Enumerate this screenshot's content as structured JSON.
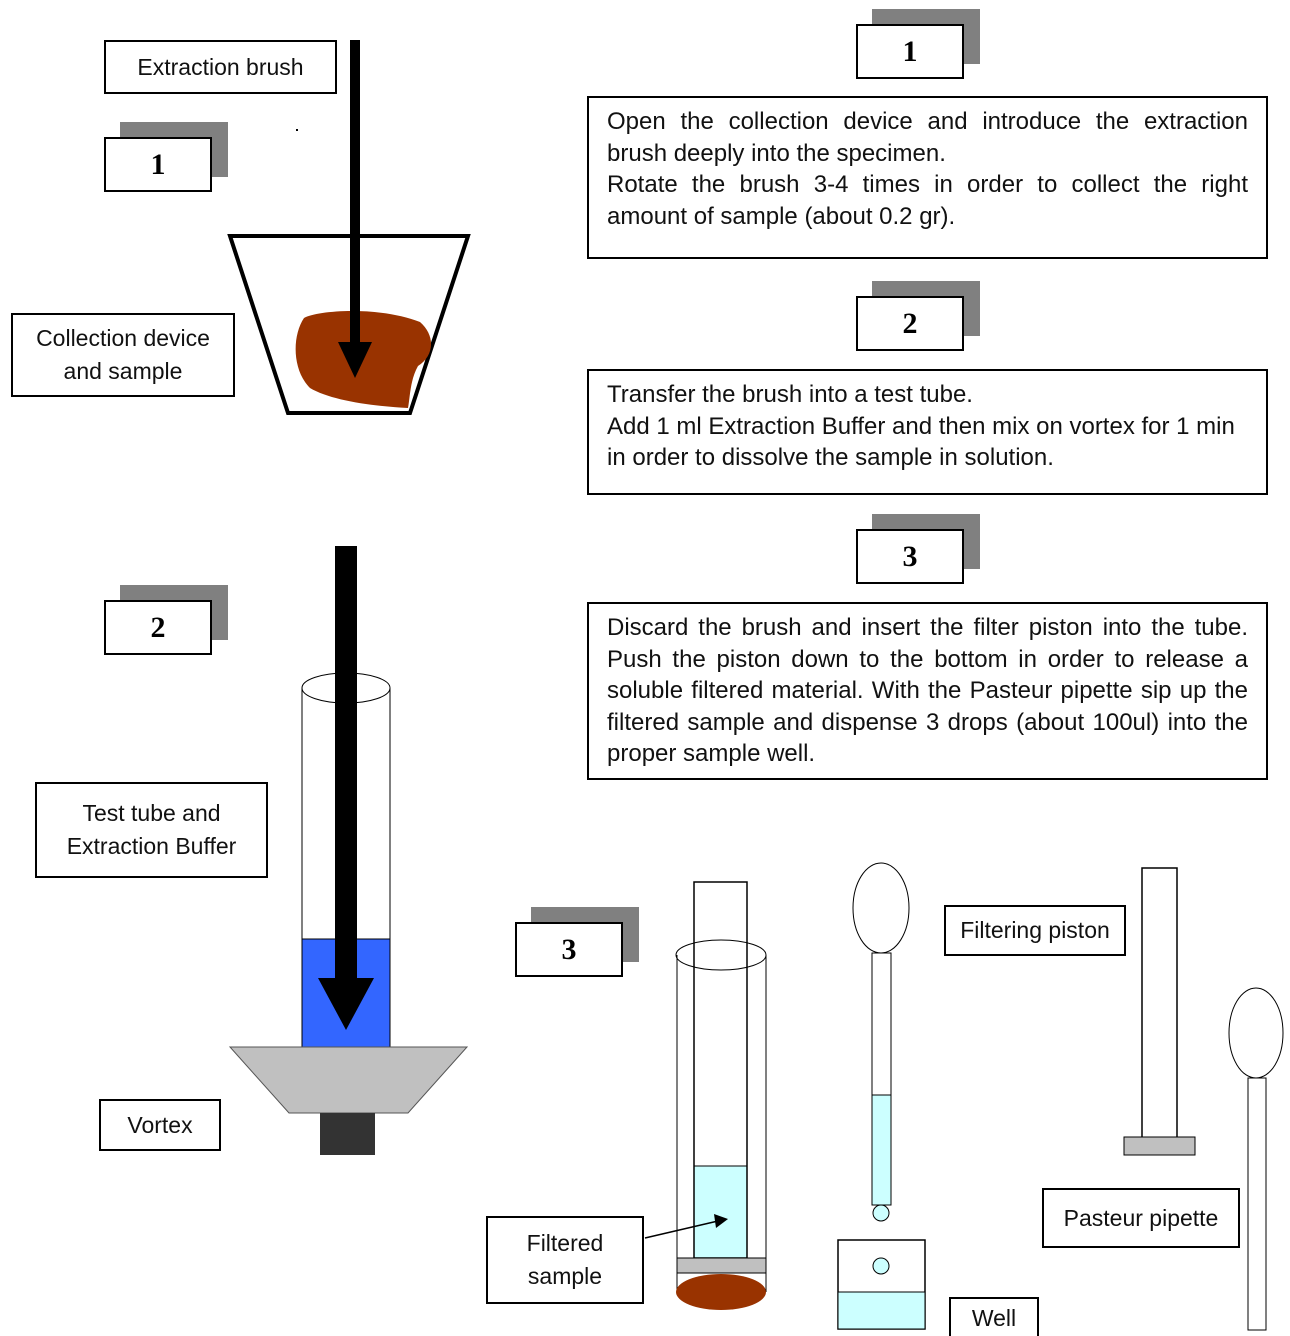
{
  "labels": {
    "extraction_brush": "Extraction brush",
    "collection_device": "Collection device\nand sample",
    "test_tube": "Test tube and\nExtraction Buffer",
    "vortex": "Vortex",
    "filtered_sample": "Filtered\nsample",
    "filtering_piston": "Filtering piston",
    "pasteur_pipette": "Pasteur pipette",
    "well": "Well"
  },
  "steps": [
    {
      "number": "1",
      "paragraphs": [
        "Open the collection device and introduce the extraction brush deeply into the specimen.",
        "Rotate the brush 3-4 times in order to collect the right amount of sample (about 0.2 gr)."
      ]
    },
    {
      "number": "2",
      "paragraphs": [
        "Transfer the brush into a test tube.",
        "Add 1 ml Extraction Buffer and then mix on vortex for 1 min in order to dissolve the sample in solution."
      ]
    },
    {
      "number": "3",
      "paragraphs": [
        "Discard the brush and insert the filter piston into the tube. Push the piston down to the bottom in order to release a soluble filtered material. With the Pasteur pipette sip up the filtered sample and dispense 3 drops (about 100ul) into the proper sample well."
      ]
    }
  ],
  "colors": {
    "sample_brown": "#993300",
    "buffer_blue": "#3366ff",
    "filtered_cyan": "#ccffff",
    "vortex_gray": "#c0c0c0",
    "vortex_base": "#333333",
    "shadow_gray": "#808080"
  }
}
